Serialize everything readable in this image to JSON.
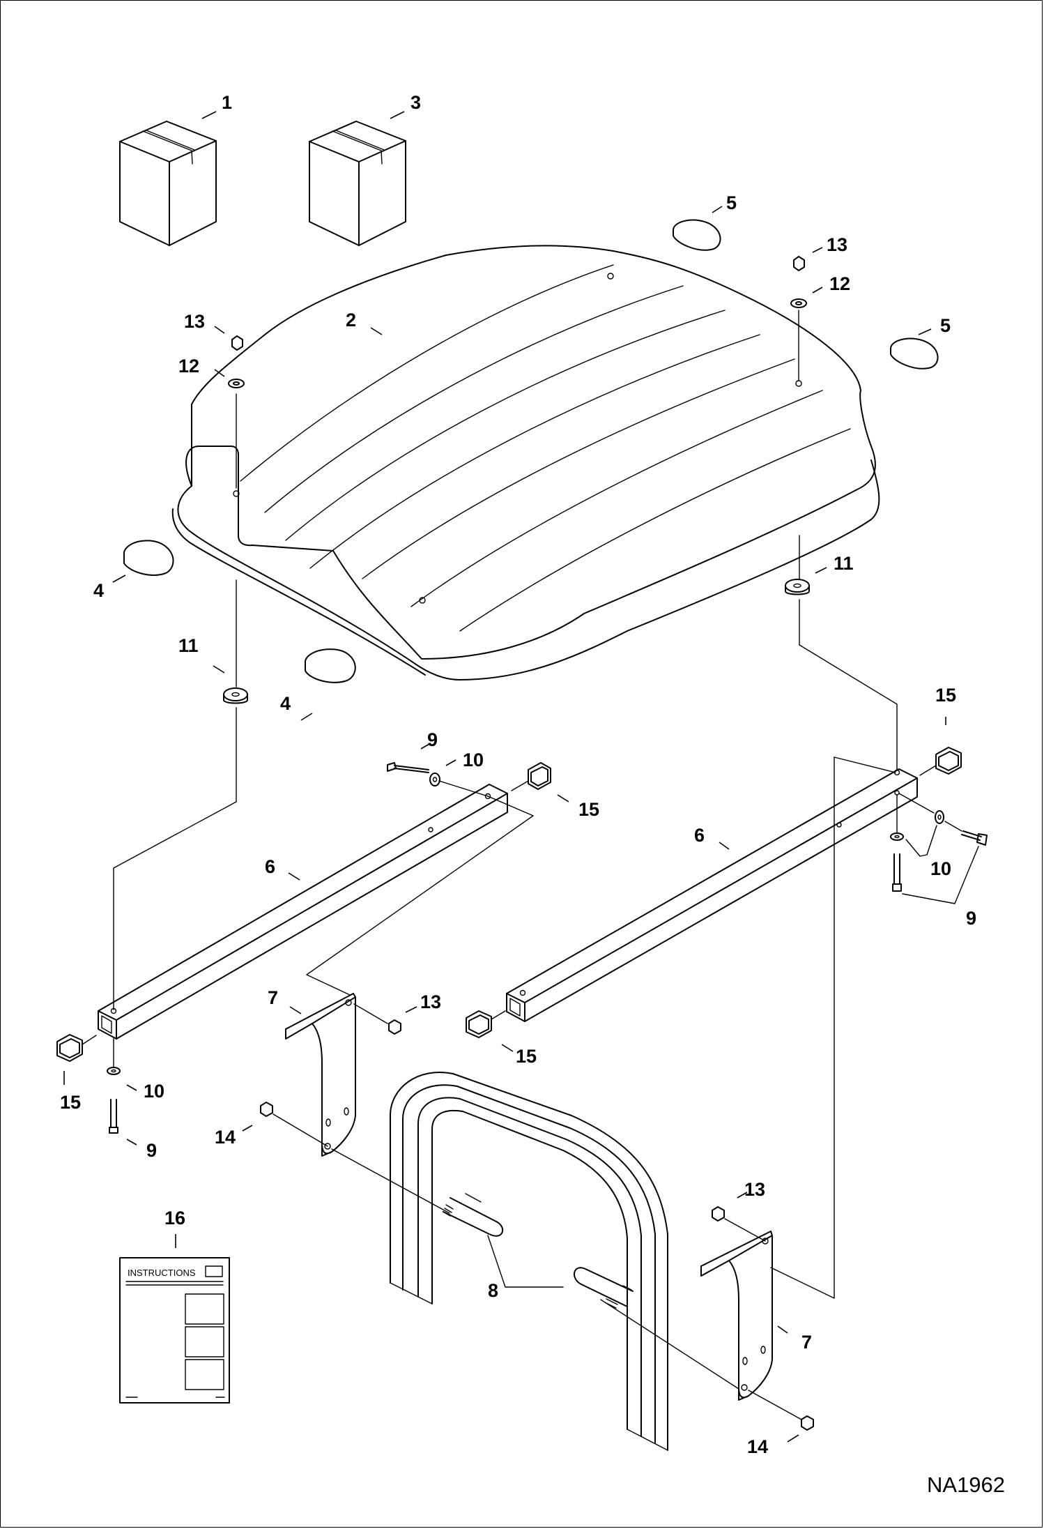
{
  "drawing_code": "NA1962",
  "instructions_label": "INSTRUCTIONS",
  "callouts": {
    "c1": "1",
    "c3": "3",
    "c5a": "5",
    "c5b": "5",
    "c13a": "13",
    "c12a": "12",
    "c13b": "13",
    "c12b": "12",
    "c2": "2",
    "c4a": "4",
    "c4b": "4",
    "c11a": "11",
    "c11b": "11",
    "c15a": "15",
    "c15b": "15",
    "c15c": "15",
    "c15d": "15",
    "c9a": "9",
    "c10a": "10",
    "c9b": "9",
    "c10b": "10",
    "c9c": "9",
    "c10c": "10",
    "c6a": "6",
    "c6b": "6",
    "c7a": "7",
    "c7b": "7",
    "c13c": "13",
    "c13d": "13",
    "c14a": "14",
    "c14b": "14",
    "c16": "16",
    "c8": "8"
  }
}
